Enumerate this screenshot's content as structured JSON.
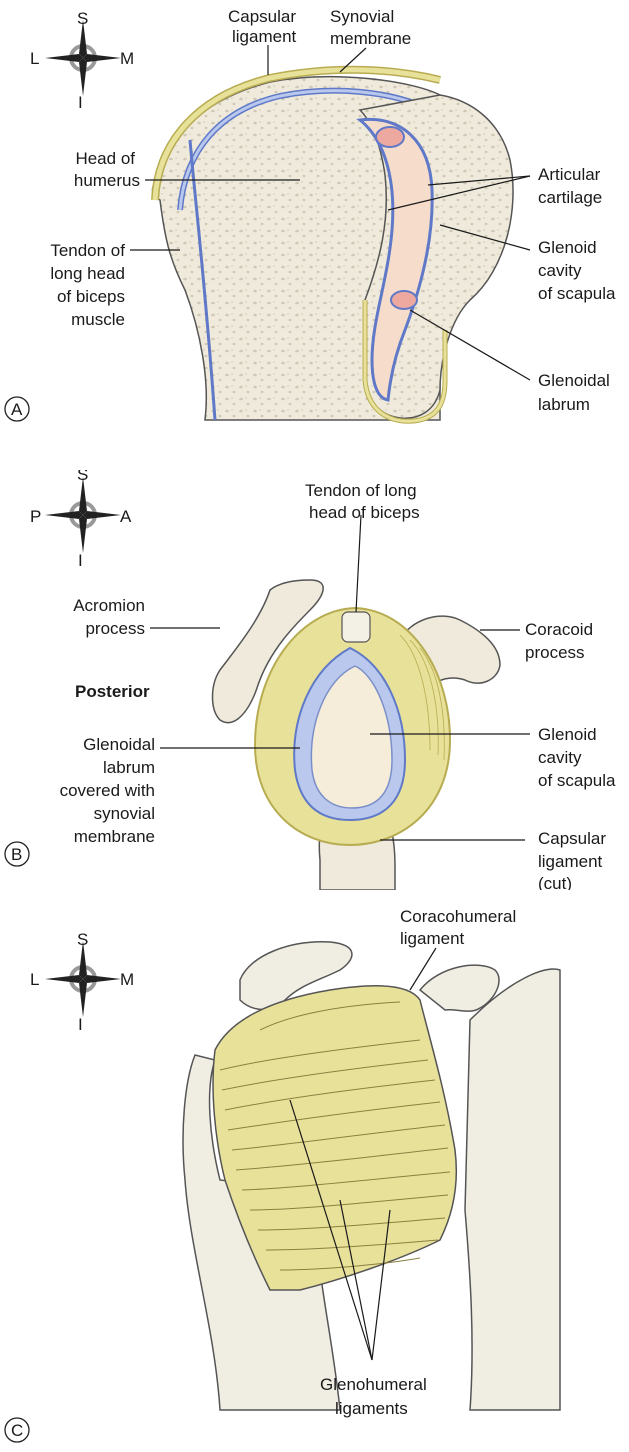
{
  "panels": {
    "a": {
      "letter": "A",
      "compass": {
        "top": "S",
        "bottom": "I",
        "left": "L",
        "right": "M"
      },
      "labels": {
        "capsular_1": "Capsular",
        "capsular_2": "ligament",
        "synovial_1": "Synovial",
        "synovial_2": "membrane",
        "head_1": "Head of",
        "head_2": "humerus",
        "articular_1": "Articular",
        "articular_2": "cartilage",
        "glenoid_1": "Glenoid",
        "glenoid_2": "cavity",
        "glenoid_3": "of scapula",
        "tendon_1": "Tendon of",
        "tendon_2": "long head",
        "tendon_3": "of biceps",
        "tendon_4": "muscle",
        "labrum_1": "Glenoidal",
        "labrum_2": "labrum"
      }
    },
    "b": {
      "letter": "B",
      "compass": {
        "top": "S",
        "bottom": "I",
        "left": "P",
        "right": "A"
      },
      "labels": {
        "tendon_1": "Tendon of long",
        "tendon_2": "head of biceps",
        "acromion_1": "Acromion",
        "acromion_2": "process",
        "coracoid_1": "Coracoid",
        "coracoid_2": "process",
        "posterior": "Posterior",
        "glenoid_1": "Glenoid",
        "glenoid_2": "cavity",
        "glenoid_3": "of scapula",
        "labrum_1": "Glenoidal",
        "labrum_2": "labrum",
        "labrum_3": "covered with",
        "labrum_4": "synovial",
        "labrum_5": "membrane",
        "capsular_1": "Capsular",
        "capsular_2": "ligament",
        "capsular_3": "(cut)"
      }
    },
    "c": {
      "letter": "C",
      "compass": {
        "top": "S",
        "bottom": "I",
        "left": "L",
        "right": "M"
      },
      "labels": {
        "coraco_1": "Coracohumeral",
        "coraco_2": "ligament",
        "gleno_1": "Glenohumeral",
        "gleno_2": "ligaments"
      }
    }
  },
  "colors": {
    "bone": "#efeadb",
    "bone_texture": "#cfc8b4",
    "capsule_yellow": "#e8e19a",
    "capsule_edge": "#b8ac52",
    "synovial_blue": "#b9c8ec",
    "synovial_edge": "#5f79c8",
    "cartilage_pink": "#f6dccb",
    "labrum_pink": "#eda9a0",
    "outline": "#333333"
  }
}
